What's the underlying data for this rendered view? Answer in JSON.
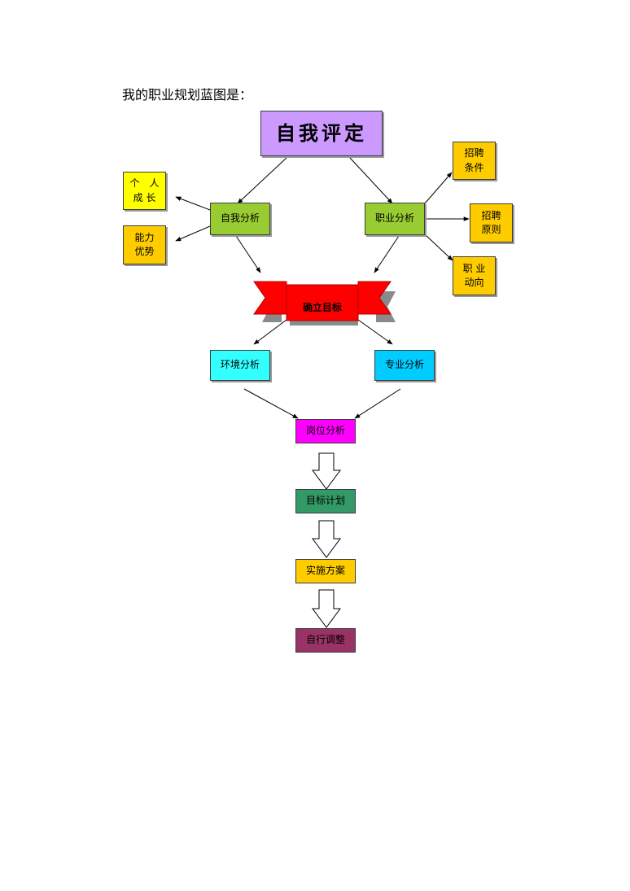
{
  "heading": "我的职业规划蓝图是：",
  "nodes": {
    "self_evaluation": "自我评定",
    "self_analysis": "自我分析",
    "career_analysis": "职业分析",
    "personal_growth": "个　人\n成 长",
    "ability_advantage": "能力\n优势",
    "recruit_conditions": "招聘\n条件",
    "recruit_principles": "招聘\n原则",
    "career_trend": "职 业\n动向",
    "set_goal": "确立目标",
    "environment_analysis": "环境分析",
    "major_analysis": "专业分析",
    "position_analysis": "岗位分析",
    "goal_plan": "目标计划",
    "implementation_plan": "实施方案",
    "self_adjustment": "自行调整"
  },
  "colors": {
    "self_evaluation": "#cc99ff",
    "green": "#99cc33",
    "yellow": "#ffff00",
    "gold": "#ffcc00",
    "red_banner": "#ff0000",
    "cyan": "#33ffff",
    "sky": "#00ccff",
    "magenta": "#ff00ff",
    "dark_green": "#339966",
    "maroon": "#993366"
  }
}
